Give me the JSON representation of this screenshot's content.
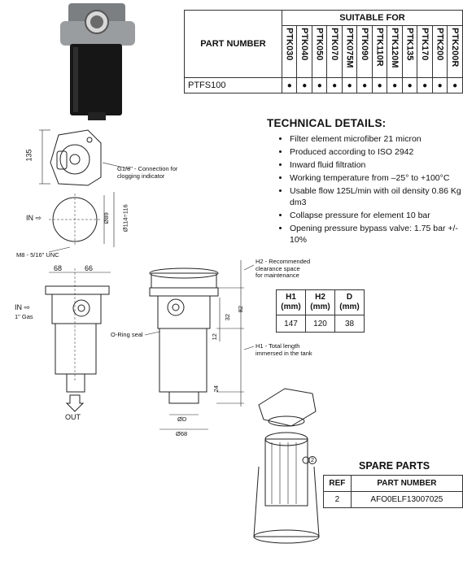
{
  "suitable_table": {
    "part_number_header": "PART NUMBER",
    "suitable_for_header": "SUITABLE FOR",
    "models": [
      "PTK030",
      "PTK040",
      "PTK050",
      "PTK070",
      "PTK075M",
      "PTK090",
      "PTK110R",
      "PTK120M",
      "PTK135",
      "PTK170",
      "PTK200",
      "PTK200R"
    ],
    "rows": [
      {
        "part_number": "PTFS100",
        "marks": [
          "●",
          "●",
          "●",
          "●",
          "●",
          "●",
          "●",
          "●",
          "●",
          "●",
          "●",
          "●"
        ]
      }
    ]
  },
  "technical": {
    "title": "TECHNICAL DETAILS:",
    "items": [
      "Filter element microfiber 21 micron",
      "Produced according to ISO 2942",
      "Inward fluid filtration",
      "Working temperature from –25° to +100°C",
      "Usable flow 125L/min with oil density 0.86 Kg dm3",
      "Collapse pressure for element 10 bar",
      "Opening pressure bypass valve: 1.75 bar +/- 10%"
    ]
  },
  "drawing_labels": {
    "dim_135": "135",
    "connection": "G1/8\" - Connection for\nclogging indicator",
    "in_top": "IN",
    "dia_89": "Ø89",
    "dia_114_116": "Ø114÷116",
    "m8": "M8 - 5/16\" UNC",
    "dim_68": "68",
    "dim_66": "66",
    "in_side": "IN",
    "in_gas": "1\" Gas",
    "oring": "O-Ring seal",
    "out": "OUT",
    "h2_note": "H2 - Recommended\nclearance space\nfor maintenance",
    "h1_note": "H1 - Total length\nimmersed in the tank",
    "dim_32": "32",
    "dim_82": "82",
    "dim_12": "12",
    "dim_24": "24",
    "dia_d": "ØD",
    "dia_68": "Ø68"
  },
  "dimensions_table": {
    "headers": [
      "H1\n(mm)",
      "H2\n(mm)",
      "D\n(mm)"
    ],
    "values": [
      "147",
      "120",
      "38"
    ]
  },
  "spare_parts": {
    "title": "SPARE PARTS",
    "headers": [
      "REF",
      "PART NUMBER"
    ],
    "rows": [
      {
        "ref": "2",
        "part_number": "AFO0ELF13007025"
      }
    ],
    "callout": "2"
  },
  "colors": {
    "ink": "#111111",
    "photo_dark": "#1a1a1a",
    "photo_metal": "#8a8d90"
  }
}
